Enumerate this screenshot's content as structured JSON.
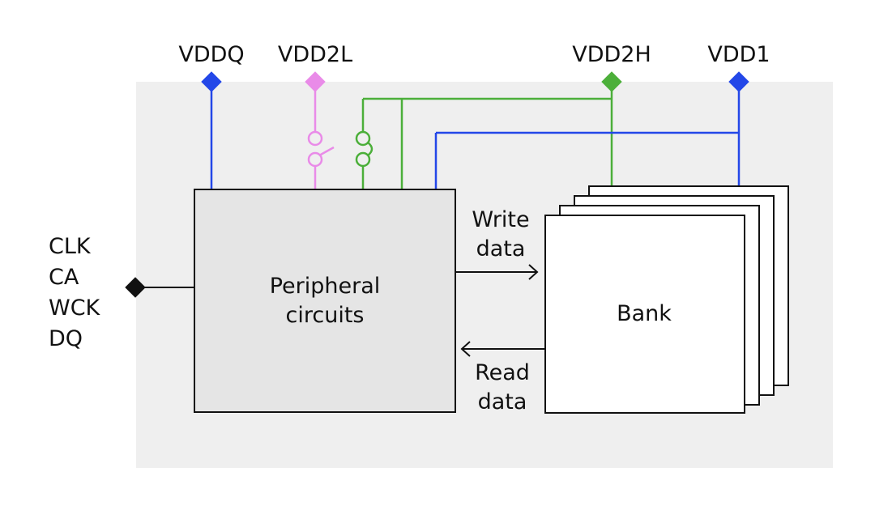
{
  "rails": {
    "vddq": "VDDQ",
    "vdd2l": "VDD2L",
    "vdd2h": "VDD2H",
    "vdd1": "VDD1"
  },
  "signals": [
    "CLK",
    "CA",
    "WCK",
    "DQ"
  ],
  "peripheral": {
    "line1": "Peripheral",
    "line2": "circuits"
  },
  "bank": {
    "label": "Bank"
  },
  "write": {
    "line1": "Write",
    "line2": "data"
  },
  "read": {
    "line1": "Read",
    "line2": "data"
  },
  "colors": {
    "blue": "#2347e8",
    "pink": "#e98be8",
    "green": "#4caf3a",
    "black": "#111111",
    "panel": "#efefef",
    "peripheral_fill": "#e5e5e5"
  }
}
